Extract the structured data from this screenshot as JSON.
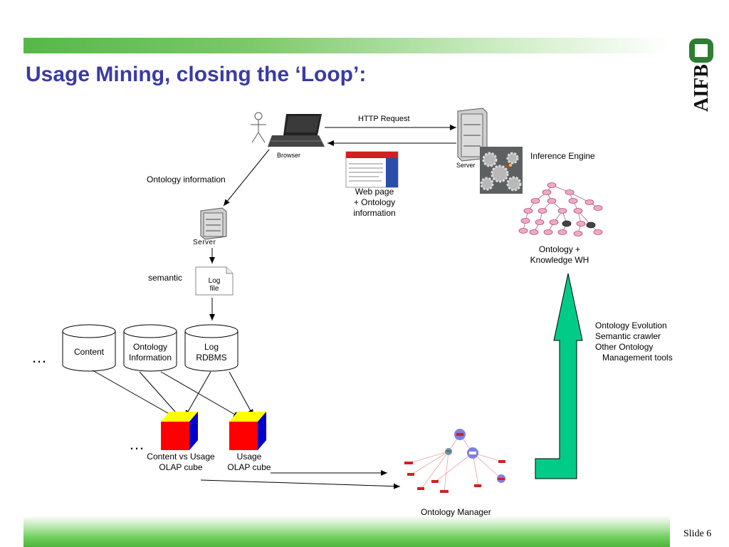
{
  "title": "Usage Mining, closing the ‘Loop’:",
  "logo": {
    "text": "AIFB"
  },
  "slide_number": "Slide 6",
  "labels": {
    "http_request": "HTTP Request",
    "browser": "Browser",
    "server_top": "Server",
    "inference_engine": "Inference Engine",
    "web_page": [
      "Web page",
      "+ Ontology",
      "information"
    ],
    "ontology_information": "Ontology  information",
    "server_left": "Server",
    "semantic": "semantic",
    "log_file": [
      "Log",
      "file"
    ],
    "ontology_kwh": [
      "Ontology +",
      "Knowledge WH"
    ],
    "evolution_tools": [
      "Ontology Evolution",
      "Semantic crawler",
      "Other Ontology",
      "   Management tools"
    ],
    "content_vs_usage": [
      "Content vs Usage",
      "OLAP cube"
    ],
    "usage_cube": [
      "Usage",
      "OLAP cube"
    ],
    "ontology_manager": "Ontology Manager",
    "ellipsis_left": "…",
    "ellipsis_cube": "…"
  },
  "databases": [
    {
      "label": [
        "Content"
      ]
    },
    {
      "label": [
        "Ontology",
        "Information"
      ]
    },
    {
      "label": [
        "Log",
        "RDBMS"
      ]
    }
  ],
  "colors": {
    "title": "#3a3aa8",
    "bar_green": "#56b848",
    "cube_front": "#ff0000",
    "cube_top": "#ffff00",
    "cube_side": "#0000cc",
    "big_arrow": "#00cc88"
  }
}
